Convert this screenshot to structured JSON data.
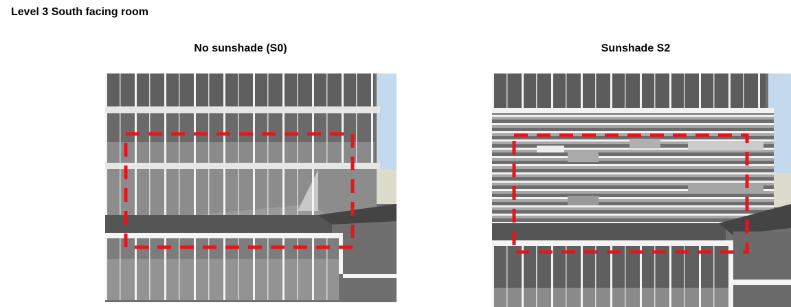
{
  "figure": {
    "title": "Level 3 South facing room",
    "panels": [
      {
        "caption": "No sunshade (S0)"
      },
      {
        "caption": "Sunshade S2"
      }
    ],
    "highlight_color": "#e8141b"
  }
}
